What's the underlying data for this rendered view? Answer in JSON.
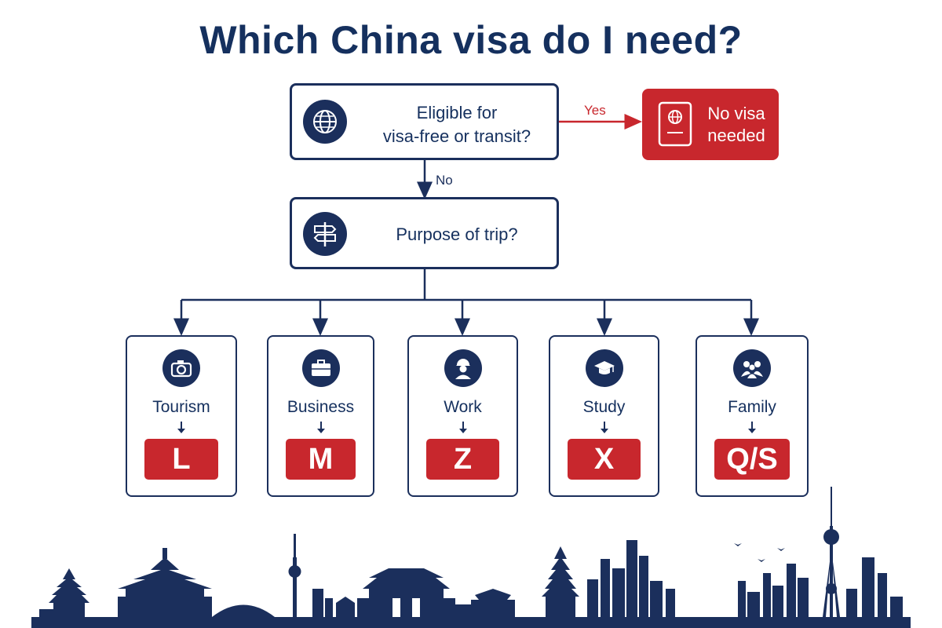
{
  "title": "Which China visa do I need?",
  "question1": {
    "line1": "Eligible for",
    "line2": "visa-free or transit?",
    "icon": "globe-icon"
  },
  "yes_label": "Yes",
  "no_label": "No",
  "no_visa": {
    "line1": "No visa",
    "line2": "needed",
    "icon": "passport-icon"
  },
  "question2": {
    "text": "Purpose of trip?",
    "icon": "signpost-icon"
  },
  "categories": [
    {
      "label": "Tourism",
      "visa": "L",
      "icon": "camera-icon"
    },
    {
      "label": "Business",
      "visa": "M",
      "icon": "briefcase-icon"
    },
    {
      "label": "Work",
      "visa": "Z",
      "icon": "worker-icon"
    },
    {
      "label": "Study",
      "visa": "X",
      "icon": "graduation-cap-icon"
    },
    {
      "label": "Family",
      "visa": "Q/S",
      "icon": "family-icon"
    }
  ],
  "colors": {
    "navy": "#1b2f5c",
    "red": "#c8272d",
    "background": "#ffffff"
  }
}
